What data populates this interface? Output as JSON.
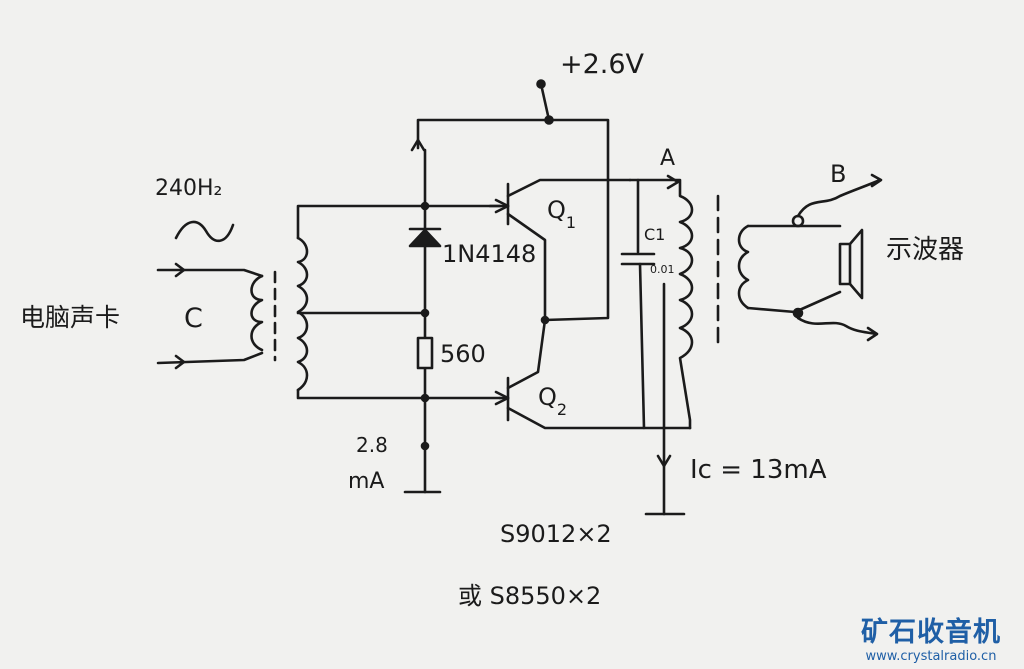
{
  "labels": {
    "supply": "+2.6V",
    "frequency": "240H₂",
    "input_source": "电脑声卡",
    "input_coil": "C",
    "diode": "1N4148",
    "resistor": "560",
    "bias_current": "2.8",
    "bias_unit": "mA",
    "q1": "Q",
    "q1_sub": "1",
    "q2": "Q",
    "q2_sub": "2",
    "capacitor": "C1",
    "capacitor_value": "0.01",
    "node_a": "A",
    "node_b": "B",
    "collector_current": "Ic = 13mA",
    "oscilloscope": "示波器",
    "transistor_part": "S9012×2",
    "transistor_alt": "或 S8550×2"
  },
  "watermark": {
    "title": "矿石收音机",
    "url": "www.crystalradio.cn"
  },
  "colors": {
    "ink": "#1b1b1b",
    "paper": "#f1f1ef",
    "watermark": "#1f5fa6"
  }
}
